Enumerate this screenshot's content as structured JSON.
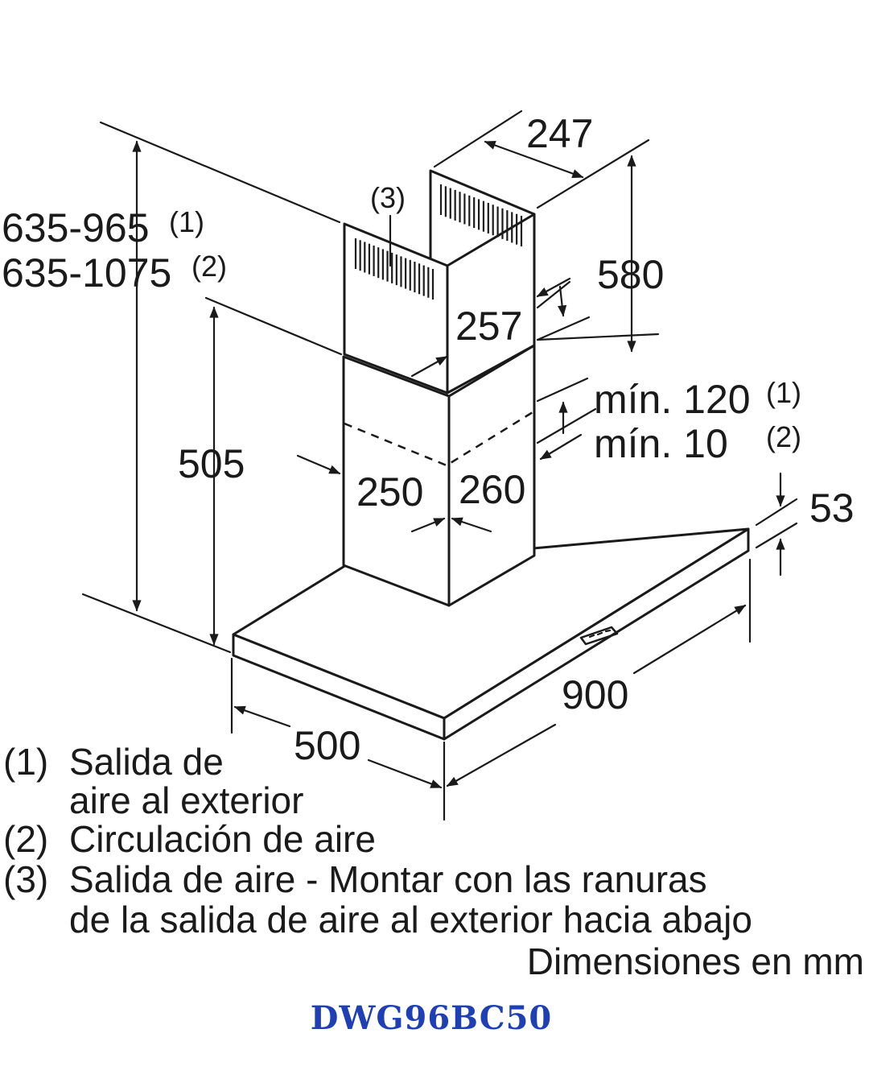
{
  "dimensions": {
    "d247": "247",
    "d580": "580",
    "d257": "257",
    "d505": "505",
    "d250": "250",
    "d260": "260",
    "d53": "53",
    "d900": "900",
    "d500": "500",
    "height_1": "635-965",
    "height_2": "635-1075",
    "min_1": "mín. 120",
    "min_2": "mín. 10"
  },
  "refs": {
    "r1": "(1)",
    "r2": "(2)",
    "r3": "(3)"
  },
  "legend": {
    "item1_num": "(1)",
    "item1_line1": "Salida de",
    "item1_line2": "aire al exterior",
    "item2_num": "(2)",
    "item2_line1": "Circulación de aire",
    "item3_num": "(3)",
    "item3_line1": "Salida de aire - Montar con las ranuras",
    "item3_line2": "de la salida de aire al exterior hacia abajo",
    "units": "Dimensiones en mm"
  },
  "model": "DWG96BC50",
  "colors": {
    "model_text": "#1f3fb4",
    "lines": "#1a1a1a"
  }
}
